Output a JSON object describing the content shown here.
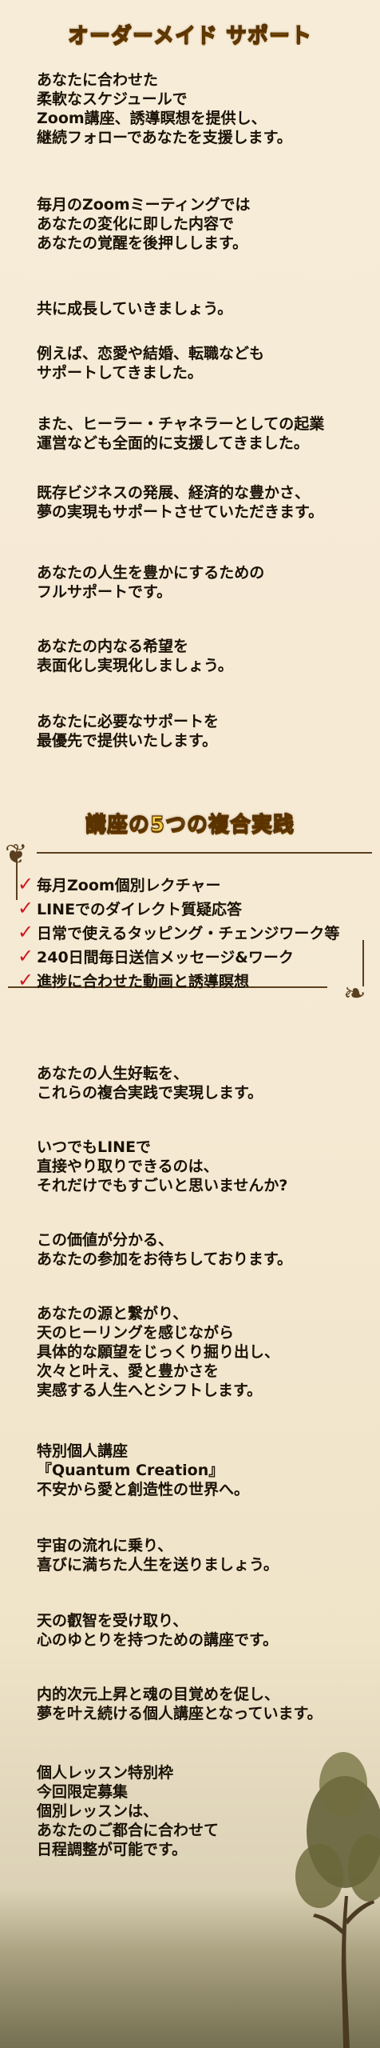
{
  "section1": {
    "title": "オーダーメイド サポート",
    "paragraphs": [
      "あなたに合わせた\n柔軟なスケジュールで\nZoom講座、誘導瞑想を提供し、\n継続フォローであなたを支援します。",
      "毎月のZoomミーティングでは\nあなたの変化に即した内容で\nあなたの覚醒を後押しします。",
      "共に成長していきましょう。",
      "例えば、恋愛や結婚、転職なども\nサポートしてきました。",
      "また、ヒーラー・チャネラーとしての起業\n運営なども全面的に支援してきました。",
      "既存ビジネスの発展、経済的な豊かさ、\n夢の実現もサポートさせていただきます。",
      "あなたの人生を豊かにするための\nフルサポートです。",
      "あなたの内なる希望を\n表面化し実現化しましょう。",
      "あなたに必要なサポートを\n最優先で提供いたします。"
    ]
  },
  "section2": {
    "title": "講座の5つの複合実践",
    "check_mark": "✓",
    "items": [
      "毎月Zoom個別レクチャー",
      "LINEでのダイレクト質疑応答",
      "日常で使えるタッピング・チェンジワーク等",
      "240日間毎日送信メッセージ&ワーク",
      "進捗に合わせた動画と誘導瞑想"
    ]
  },
  "section3": {
    "paragraphs": [
      "あなたの人生好転を、\nこれらの複合実践で実現します。",
      "いつでもLINEで\n直接やり取りできるのは、\nそれだけでもすごいと思いませんか?",
      "この価値が分かる、\nあなたの参加をお待ちしております。",
      "あなたの源と繋がり、\n天のヒーリングを感じながら\n具体的な願望をじっくり掘り出し、\n次々と叶え、愛と豊かさを\n実感する人生へとシフトします。",
      "特別個人講座\n『Quantum Creation』\n不安から愛と創造性の世界へ。",
      "宇宙の流れに乗り、\n喜びに満ちた人生を送りましょう。",
      "天の叡智を受け取り、\n心のゆとりを持つための講座です。",
      "内的次元上昇と魂の目覚めを促し、\n夢を叶え続ける個人講座となっています。",
      "個人レッスン特別枠\n今回限定募集\n個別レッスンは、\nあなたのご都合に合わせて\n日程調整が可能です。"
    ]
  },
  "colors": {
    "title_gold": "#f4cf46",
    "title_outline": "#5a3300",
    "check_red": "#d4171f",
    "text": "#1a1206",
    "background": "#f7ecd8"
  }
}
